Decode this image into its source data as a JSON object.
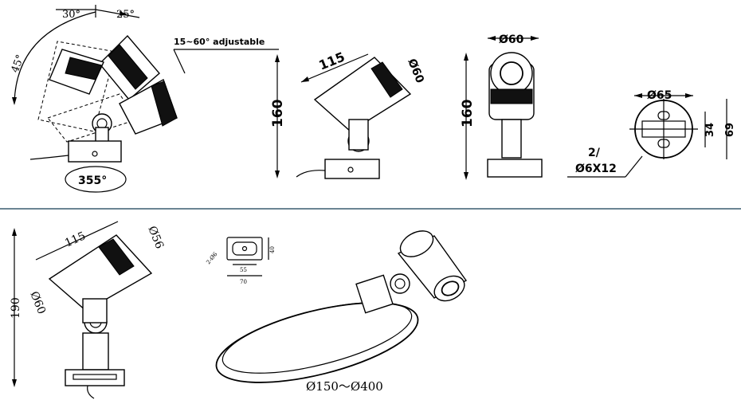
{
  "separator_color": "#6b8593",
  "views": {
    "adjustable": {
      "angle_30": "30°",
      "angle_25": "25°",
      "angle_45": "45°",
      "note": "15~60° adjustable",
      "rotation": "355°"
    },
    "side": {
      "length": "115",
      "diameter": "Ø60",
      "height": "160"
    },
    "front": {
      "diameter": "Ø60",
      "height": "160"
    },
    "base": {
      "diameter": "Ø65",
      "holes_line1": "2/",
      "holes_line2": "Ø6X12",
      "dim_34": "34",
      "dim_69": "69"
    },
    "clamp_side": {
      "length": "115",
      "diameter_top": "Ø56",
      "diameter_bottom": "Ø60",
      "height": "190"
    },
    "bracket_plate": {
      "holes": "2-Ø6",
      "dim_40": "40",
      "dim_55": "55",
      "dim_70": "70"
    },
    "clamp_iso": {
      "range": "Ø150～Ø400"
    }
  }
}
